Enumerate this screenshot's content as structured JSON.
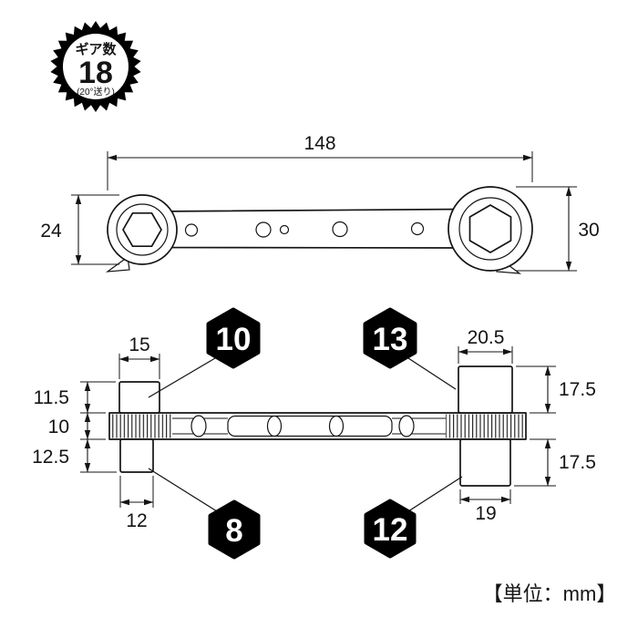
{
  "colors": {
    "line": "#141414",
    "badge_fill": "#000000",
    "badge_text": "#ffffff",
    "background": "#ffffff"
  },
  "gear_badge": {
    "label": "ギア数",
    "gear_count": "18",
    "feed_note": "(20°送り)"
  },
  "top_view": {
    "overall_length": "148",
    "left_head_height": "24",
    "right_head_height": "30"
  },
  "side_view": {
    "top_left_width": "15",
    "top_right_width": "20.5",
    "left_upper_height": "11.5",
    "left_body_height": "10",
    "left_lower_height": "12.5",
    "right_upper_height": "17.5",
    "right_lower_height": "17.5",
    "bottom_left_width": "12",
    "bottom_right_width": "19"
  },
  "socket_badges": {
    "upper_left": "10",
    "upper_right": "13",
    "lower_left": "8",
    "lower_right": "12"
  },
  "footer": {
    "unit_note": "【単位：mm】"
  }
}
